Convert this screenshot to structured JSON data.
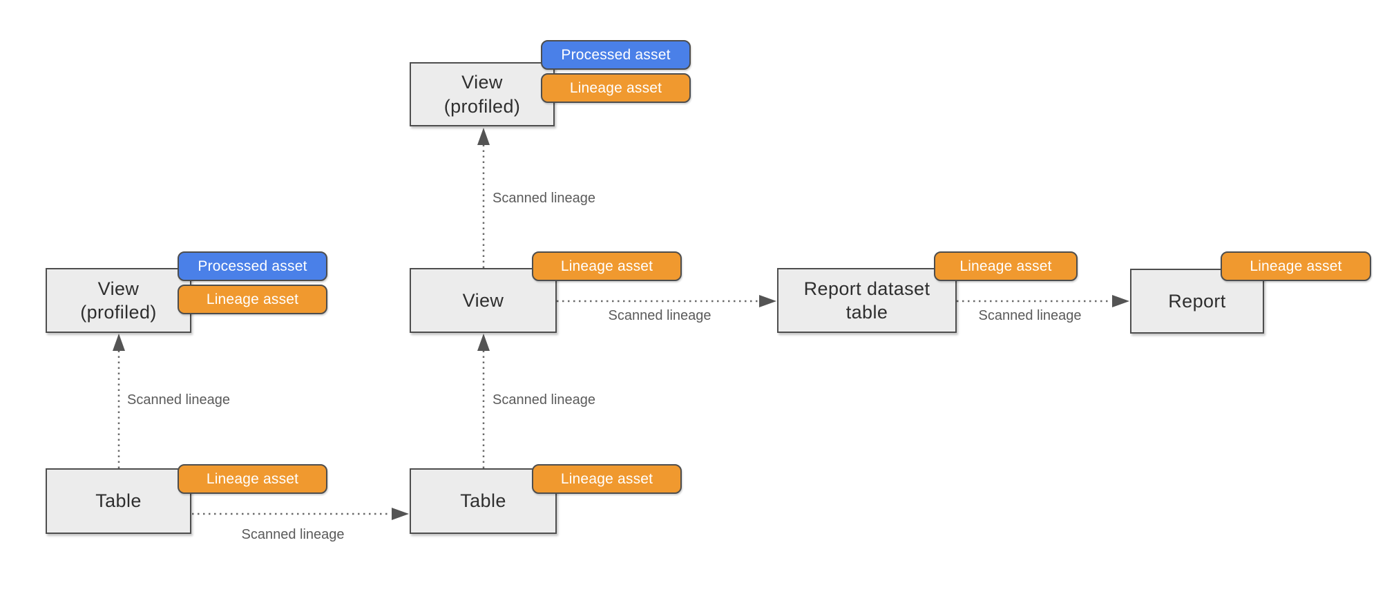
{
  "colors": {
    "processed_asset": "#4a80e8",
    "lineage_asset": "#f0992f",
    "node_fill": "#ececec",
    "node_border": "#4d4d4d",
    "node_text": "#2e2e2e",
    "badge_text": "#ffffff",
    "edge": "#696969",
    "edge_label_text": "#5a5a5a"
  },
  "nodes": [
    {
      "id": "view-profiled-top",
      "label": "View\n(profiled)",
      "badges": [
        "Processed asset",
        "Lineage asset"
      ]
    },
    {
      "id": "view-profiled-left",
      "label": "View\n(profiled)",
      "badges": [
        "Processed asset",
        "Lineage asset"
      ]
    },
    {
      "id": "view-center",
      "label": "View",
      "badges": [
        "Lineage asset"
      ]
    },
    {
      "id": "report-dataset-table",
      "label": "Report dataset\ntable",
      "badges": [
        "Lineage asset"
      ]
    },
    {
      "id": "report",
      "label": "Report",
      "badges": [
        "Lineage asset"
      ]
    },
    {
      "id": "table-left",
      "label": "Table",
      "badges": [
        "Lineage asset"
      ]
    },
    {
      "id": "table-center",
      "label": "Table",
      "badges": [
        "Lineage asset"
      ]
    }
  ],
  "edges": [
    {
      "from": "table-left",
      "to": "view-profiled-left",
      "label": "Scanned lineage"
    },
    {
      "from": "table-left",
      "to": "table-center",
      "label": "Scanned lineage"
    },
    {
      "from": "table-center",
      "to": "view-center",
      "label": "Scanned lineage"
    },
    {
      "from": "view-center",
      "to": "view-profiled-top",
      "label": "Scanned lineage"
    },
    {
      "from": "view-center",
      "to": "report-dataset-table",
      "label": "Scanned lineage"
    },
    {
      "from": "report-dataset-table",
      "to": "report",
      "label": "Scanned lineage"
    }
  ]
}
